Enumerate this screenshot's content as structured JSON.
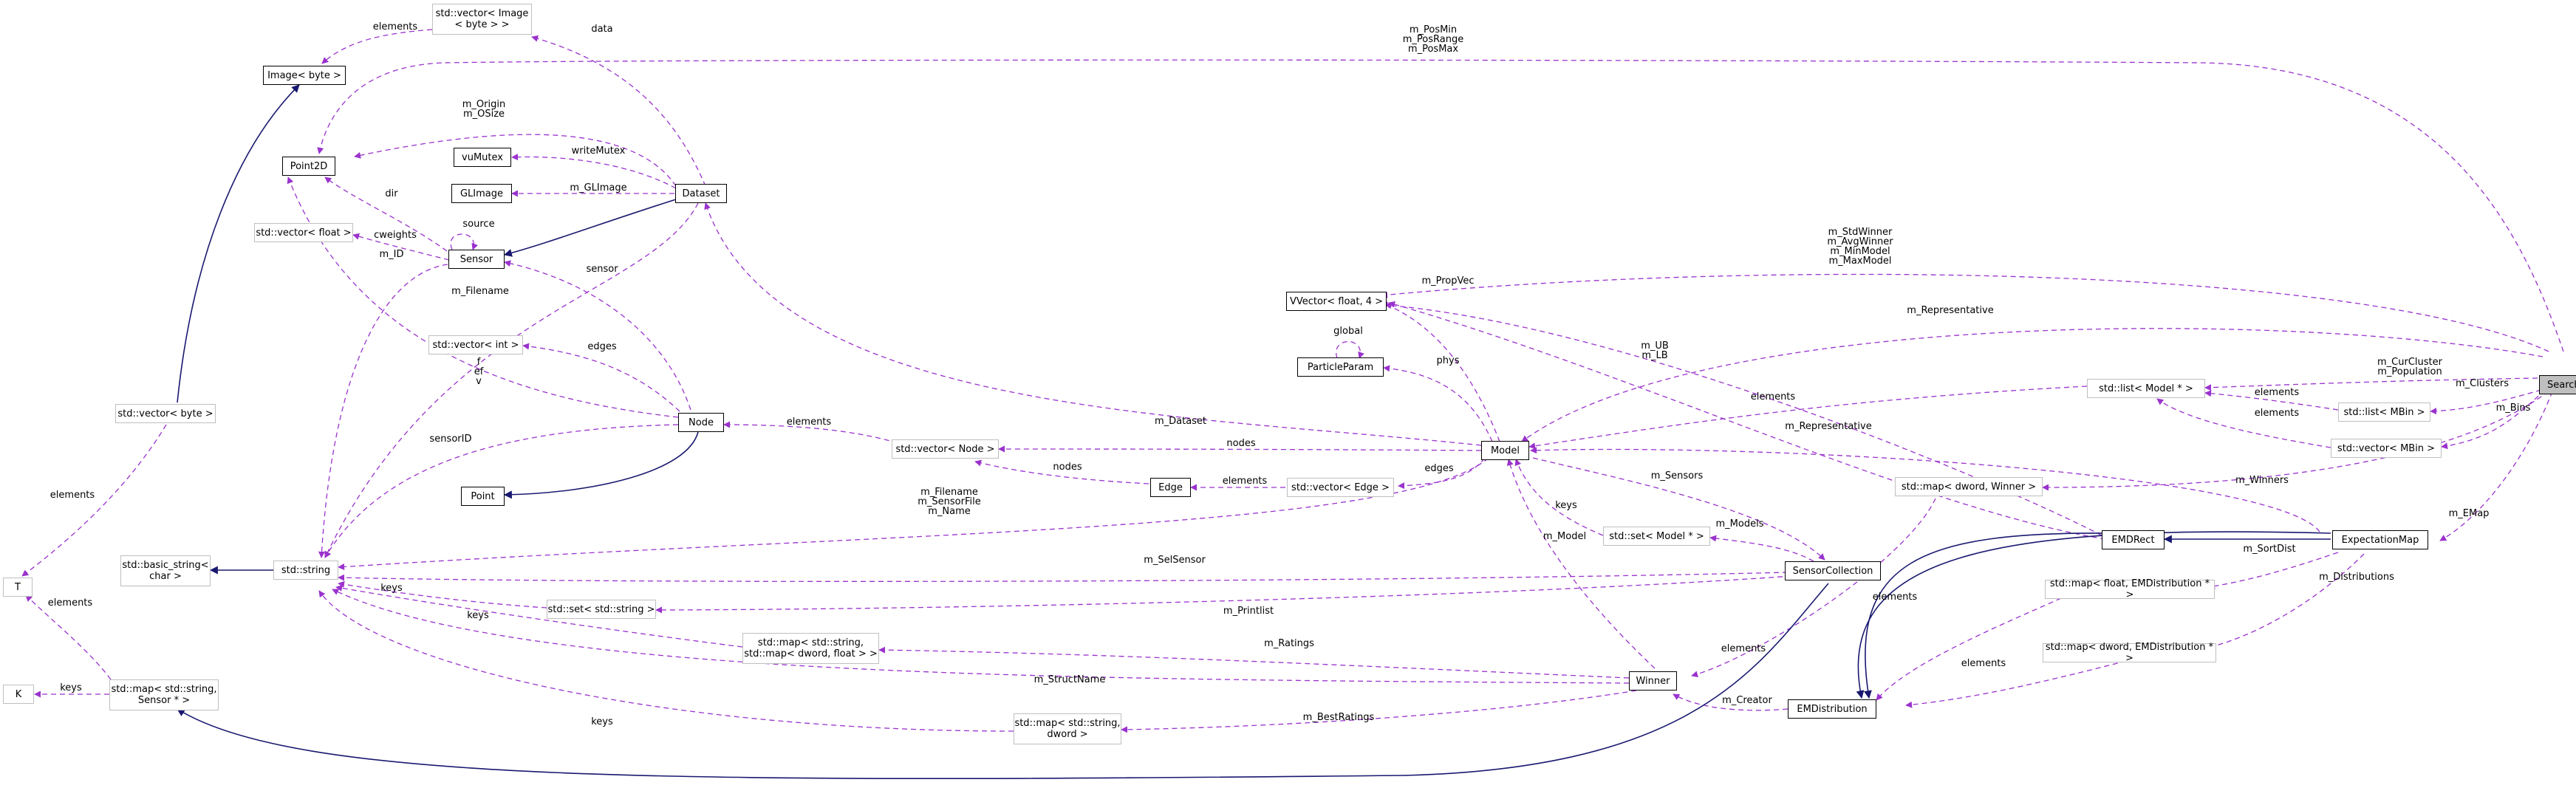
{
  "colors": {
    "usage_edge": "#9a32cd",
    "inherit_edge": "#191970",
    "external_border": "#bfbfbf",
    "node_border": "#000000",
    "current_fill": "#bfbfbf"
  },
  "nodes": {
    "searcher": "Searcher",
    "image_byte": "Image< byte >",
    "vector_image": "std::vector< Image\n< byte > >",
    "point2d": "Point2D",
    "vumutex": "vuMutex",
    "glimage": "GLImage",
    "dataset": "Dataset",
    "sensor": "Sensor",
    "vector_float": "std::vector< float >",
    "vector_int": "std::vector< int >",
    "node": "Node",
    "point": "Point",
    "vector_byte": "std::vector< byte >",
    "t": "T",
    "k": "K",
    "map_string_sensor": "std::map< std::string,\nSensor * >",
    "basic_string": "std::basic_string<\nchar >",
    "string": "std::string",
    "set_string": "std::set< std::string >",
    "map_ratings": "std::map< std::string,\nstd::map< dword, float > >",
    "map_bestratings": "std::map< std::string,\ndword >",
    "vector_node": "std::vector< Node >",
    "edge": "Edge",
    "vector_edge": "std::vector< Edge >",
    "vvector": "VVector< float, 4 >",
    "particleparam": "ParticleParam",
    "model": "Model",
    "set_model": "std::set< Model * >",
    "sensorcollection": "SensorCollection",
    "winner": "Winner",
    "map_dword_winner": "std::map< dword, Winner >",
    "emrect": "EMDRect",
    "emdistribution": "EMDistribution",
    "map_float_emd": "std::map< float, EMDistribution * >",
    "map_dword_emd": "std::map< dword, EMDistribution * >",
    "expectationmap": "ExpectationMap",
    "list_model": "std::list< Model * >",
    "list_mbin": "std::list< MBin >",
    "vector_mbin": "std::vector< MBin >"
  },
  "labels": {
    "pos": "m_PosMin\nm_PosRange\nm_PosMax",
    "elements_img": "elements",
    "data": "data",
    "origin_osize": "m_Origin\nm_OSize",
    "writemutex": "writeMutex",
    "glimage_lbl": "m_GLImage",
    "dir": "dir",
    "source": "source",
    "cweights": "cweights",
    "m_id": "m_ID",
    "m_filename_sensor": "m_Filename",
    "sensor_lbl": "sensor",
    "edges_int": "edges",
    "fev": "f\nef\nv",
    "sensorid": "sensorID",
    "elements_byte": "elements",
    "elements_t": "elements",
    "keys_k": "keys",
    "elements_node": "elements",
    "nodes_model": "nodes",
    "nodes_edge": "nodes",
    "elements_edge": "elements",
    "edges_model": "edges",
    "m_dataset": "m_Dataset",
    "winners_stats": "m_StdWinner\nm_AvgWinner\nm_MinModel\nm_MaxModel",
    "m_propvec": "m_PropVec",
    "global": "global",
    "phys": "phys",
    "m_representative_top": "m_Representative",
    "ub_lb": "m_UB\nm_LB",
    "elements_list": "elements",
    "curcluster": "m_CurCluster\nm_Population",
    "m_clusters": "m_Clusters",
    "elements_lmbin": "elements",
    "elements_vmbin": "elements",
    "m_bins": "m_Bins",
    "m_representative_mid": "m_Representative",
    "m_winners": "m_Winners",
    "m_sensors": "m_Sensors",
    "keys_setmodel": "keys",
    "m_models": "m_Models",
    "m_model": "m_Model",
    "file_sensorfile_name": "m_Filename\nm_SensorFile\nm_Name",
    "m_selsensor": "m_SelSensor",
    "keys_setstring": "keys",
    "m_printlist": "m_Printlist",
    "keys_ratings": "keys",
    "m_ratings": "m_Ratings",
    "m_structname": "m_StructName",
    "keys_best": "keys",
    "m_bestratings": "m_BestRatings",
    "elements_winner": "elements",
    "m_creator": "m_Creator",
    "elements_mapf": "elements",
    "elements_mapd": "elements",
    "m_sortdist": "m_SortDist",
    "m_distributions": "m_Distributions",
    "m_emap": "m_EMap"
  }
}
